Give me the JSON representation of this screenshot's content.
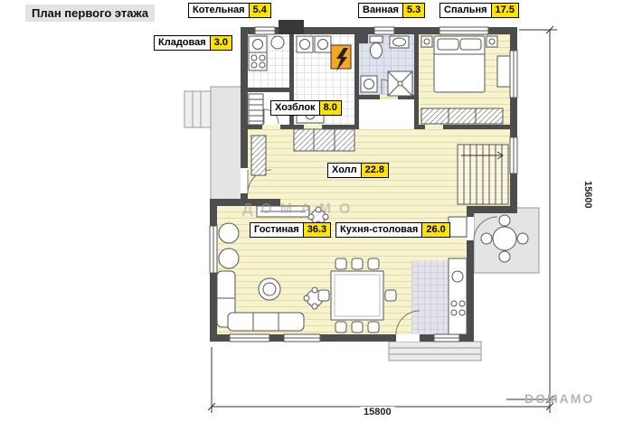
{
  "page": {
    "title": "План первого этажа"
  },
  "rooms": [
    {
      "id": "kotelnaya",
      "name": "Котельная",
      "area": "5.4"
    },
    {
      "id": "vannaya",
      "name": "Ванная",
      "area": "5.3"
    },
    {
      "id": "spalnya",
      "name": "Спальня",
      "area": "17.5"
    },
    {
      "id": "kladovaya",
      "name": "Кладовая",
      "area": "3.0"
    },
    {
      "id": "hozblok",
      "name": "Хозблок",
      "area": "8.0"
    },
    {
      "id": "holl",
      "name": "Холл",
      "area": "22.8"
    },
    {
      "id": "gostinaya",
      "name": "Гостиная",
      "area": "36.3"
    },
    {
      "id": "kuhnya-stolovaya",
      "name": "Кухня-столовая",
      "area": "26.0"
    }
  ],
  "dimensions": {
    "vertical": "15600",
    "horizontal": "15800"
  },
  "watermarks": {
    "center": "ДОМАМО",
    "corner": "DOMAMO"
  },
  "colors": {
    "area_badge": "#ffe200",
    "walls": "#4d4d4d",
    "wood_floor": "#f7f3cf",
    "bath_tile": "#dfe3ee",
    "kitchen_tile": "#e6e2ec",
    "terrace": "#e4e4e4",
    "electrical_panel": "#f5a623"
  }
}
